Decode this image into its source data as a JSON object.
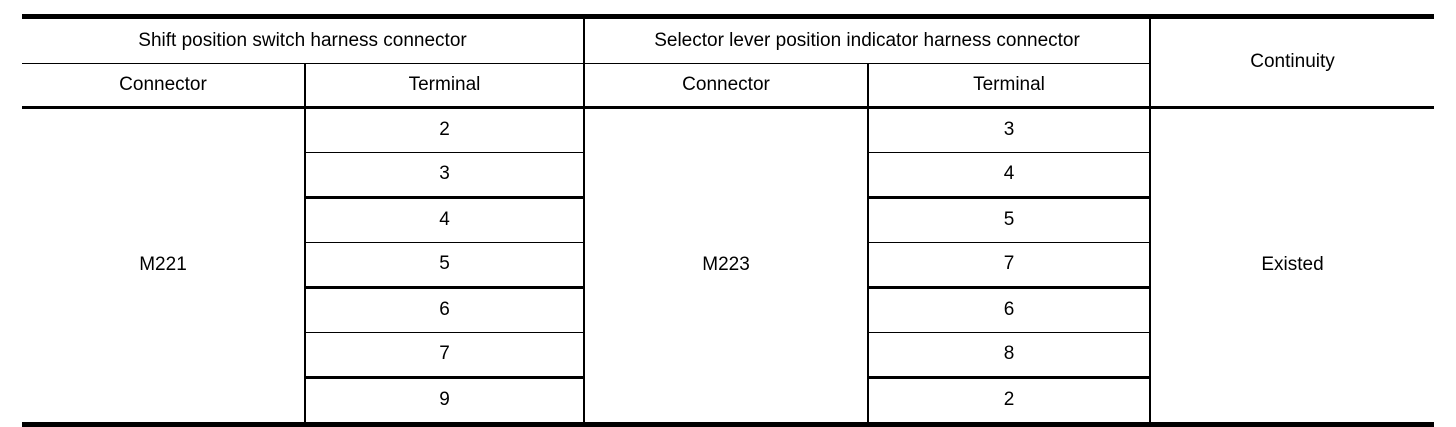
{
  "table": {
    "groups": [
      {
        "label": "Shift position switch harness connector"
      },
      {
        "label": "Selector lever position indicator harness connector"
      }
    ],
    "continuity_header": "Continuity",
    "sub_headers": {
      "connector": "Connector",
      "terminal": "Terminal"
    },
    "connector_left": "M221",
    "connector_right": "M223",
    "continuity_value": "Existed",
    "rows": [
      {
        "terminal_left": "2",
        "terminal_right": "3"
      },
      {
        "terminal_left": "3",
        "terminal_right": "4"
      },
      {
        "terminal_left": "4",
        "terminal_right": "5"
      },
      {
        "terminal_left": "5",
        "terminal_right": "7"
      },
      {
        "terminal_left": "6",
        "terminal_right": "6"
      },
      {
        "terminal_left": "7",
        "terminal_right": "8"
      },
      {
        "terminal_left": "9",
        "terminal_right": "2"
      }
    ]
  }
}
